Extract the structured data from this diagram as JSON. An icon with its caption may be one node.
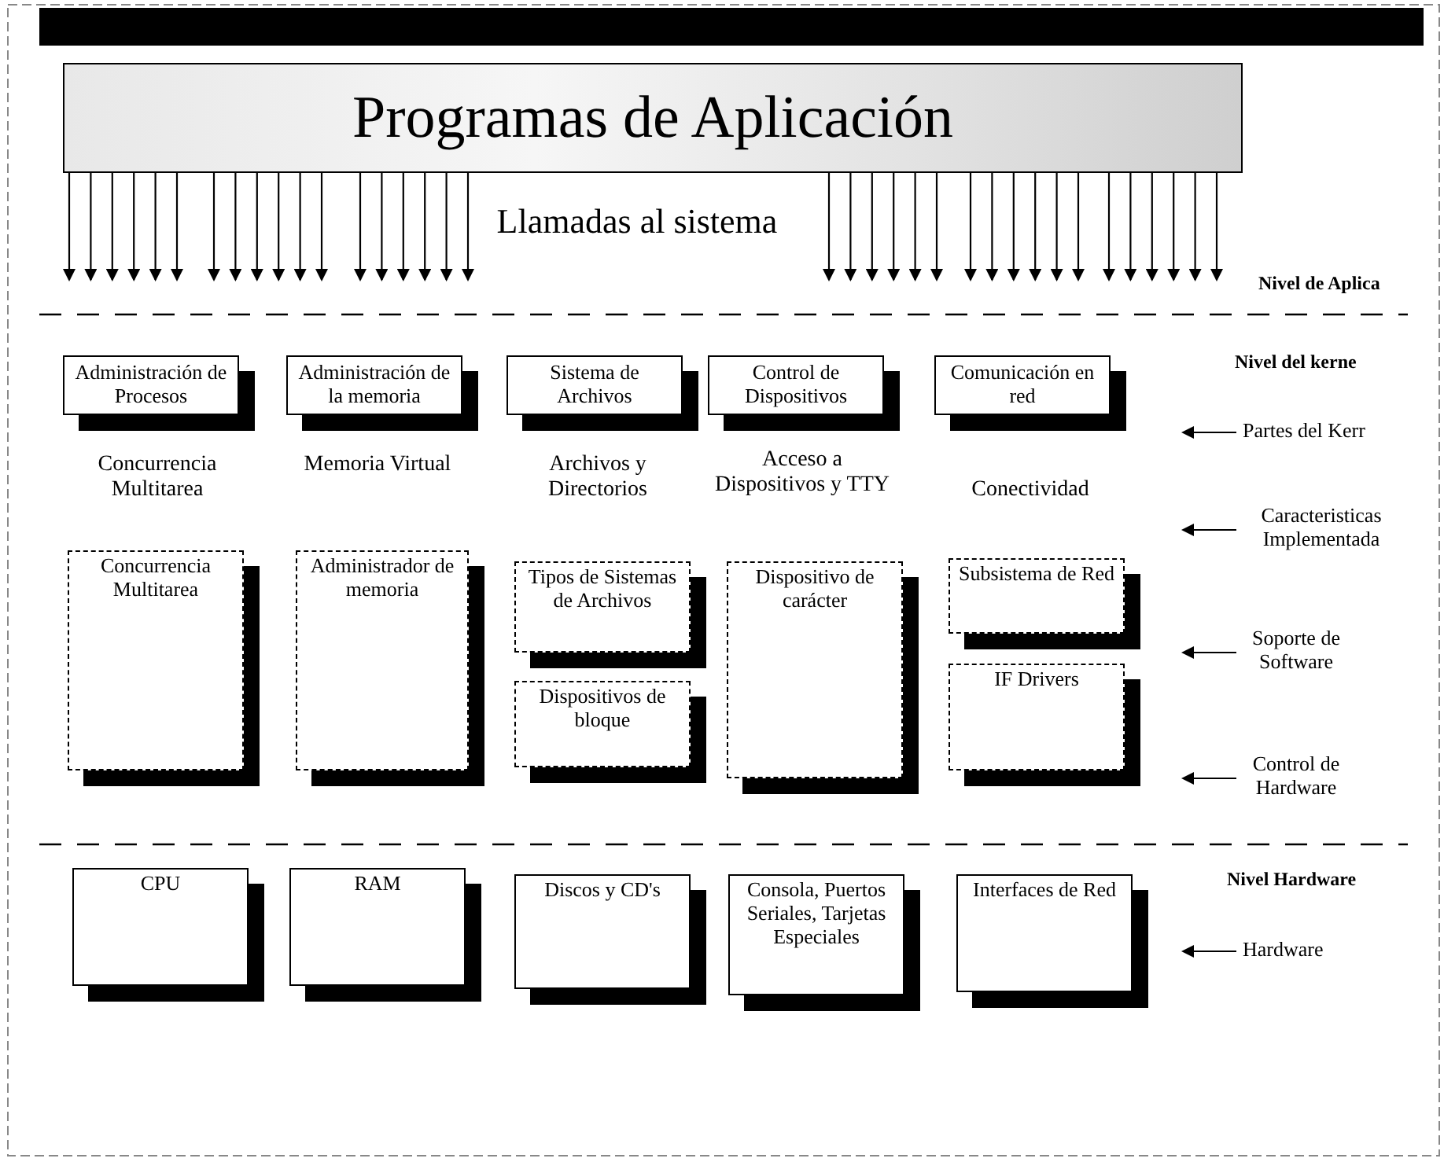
{
  "diagram": {
    "nodes": [
      {
        "text": [
          "Programas de Aplicación"
        ]
      },
      {
        "text": [
          "Administración de Procesos"
        ]
      },
      {
        "text": [
          "Administración de la memoria"
        ]
      },
      {
        "text": [
          "Sistema de Archivos"
        ]
      },
      {
        "text": [
          "Control de Dispositivos"
        ]
      },
      {
        "text": [
          "Comunicación en red"
        ]
      },
      {
        "text": [
          "Concurrencia Multitarea"
        ]
      },
      {
        "text": [
          "Administrador de memoria"
        ]
      },
      {
        "text": [
          "Tipos de Sistemas de Archivos"
        ]
      },
      {
        "text": [
          "Dispositivos de bloque"
        ]
      },
      {
        "text": [
          "Dispositivo de carácter"
        ]
      },
      {
        "text": [
          "Subsistema de Red"
        ]
      },
      {
        "text": [
          "IF Drivers"
        ]
      },
      {
        "text": [
          "CPU"
        ]
      },
      {
        "text": [
          "RAM"
        ]
      },
      {
        "text": [
          "Discos y CD's"
        ]
      },
      {
        "text": [
          "Consola, Puertos Seriales, Tarjetas Especiales"
        ]
      },
      {
        "text": [
          "Interfaces de Red"
        ]
      },
      {
        "text": [
          "Partes del Kerr"
        ]
      },
      {
        "text": [
          "Caracteristicas Implementada"
        ]
      },
      {
        "text": [
          "Soporte de Software"
        ]
      },
      {
        "text": [
          "Control de Hardware"
        ]
      },
      {
        "text": [
          "Hardware"
        ]
      }
    ],
    "edges": [
      {
        "from": 0,
        "to": null,
        "arrow": "to"
      },
      {
        "from": 0,
        "to": null,
        "arrow": "to"
      },
      {
        "from": 0,
        "to": null,
        "arrow": "to"
      },
      {
        "from": 0,
        "to": null,
        "arrow": "to"
      },
      {
        "from": 0,
        "to": null,
        "arrow": "to"
      },
      {
        "from": 0,
        "to": null,
        "arrow": "to"
      },
      {
        "from": 0,
        "to": null,
        "arrow": "to"
      },
      {
        "from": 0,
        "to": null,
        "arrow": "to"
      },
      {
        "from": 0,
        "to": null,
        "arrow": "to"
      },
      {
        "from": 0,
        "to": null,
        "arrow": "to"
      },
      {
        "from": 0,
        "to": null,
        "arrow": "to"
      },
      {
        "from": 0,
        "to": null,
        "arrow": "to"
      },
      {
        "from": 0,
        "to": null,
        "arrow": "to"
      },
      {
        "from": 0,
        "to": null,
        "arrow": "to"
      },
      {
        "from": 0,
        "to": null,
        "arrow": "to"
      },
      {
        "from": 0,
        "to": null,
        "arrow": "to"
      },
      {
        "from": 0,
        "to": null,
        "arrow": "to"
      },
      {
        "from": 0,
        "to": null,
        "arrow": "to"
      },
      {
        "from": 0,
        "to": null,
        "arrow": "to"
      },
      {
        "from": 0,
        "to": null,
        "arrow": "to"
      },
      {
        "from": 0,
        "to": null,
        "arrow": "to"
      },
      {
        "from": 0,
        "to": null,
        "arrow": "to"
      },
      {
        "from": 0,
        "to": null,
        "arrow": "to"
      },
      {
        "from": 0,
        "to": null,
        "arrow": "to"
      },
      {
        "from": 0,
        "to": null,
        "arrow": "to"
      },
      {
        "from": 0,
        "to": null,
        "arrow": "to"
      },
      {
        "from": 0,
        "to": null,
        "arrow": "to"
      },
      {
        "from": 0,
        "to": null,
        "arrow": "to"
      },
      {
        "from": 0,
        "to": null,
        "arrow": "to"
      },
      {
        "from": 0,
        "to": null,
        "arrow": "to"
      },
      {
        "from": 0,
        "to": null,
        "arrow": "to"
      },
      {
        "from": 0,
        "to": null,
        "arrow": "to"
      },
      {
        "from": 0,
        "to": null,
        "arrow": "to"
      },
      {
        "from": 0,
        "to": null,
        "arrow": "to"
      },
      {
        "from": 0,
        "to": null,
        "arrow": "to"
      },
      {
        "from": 0,
        "to": null,
        "arrow": "to"
      },
      {
        "from": 18,
        "to": null,
        "arrow": "to"
      },
      {
        "from": 19,
        "to": null,
        "arrow": "to"
      },
      {
        "from": 20,
        "to": null,
        "arrow": "to"
      },
      {
        "from": 21,
        "to": null,
        "arrow": "to"
      },
      {
        "from": 22,
        "to": null,
        "arrow": "to"
      }
    ],
    "labels": [
      "Llamadas al sistema",
      "Nivel de Aplica",
      "Nivel del kerne",
      "Concurrencia Multitarea",
      "Memoria Virtual",
      "Archivos y Directorios",
      "Acceso a Dispositivos y TTY",
      "Conectividad",
      "Nivel Hardware"
    ]
  }
}
